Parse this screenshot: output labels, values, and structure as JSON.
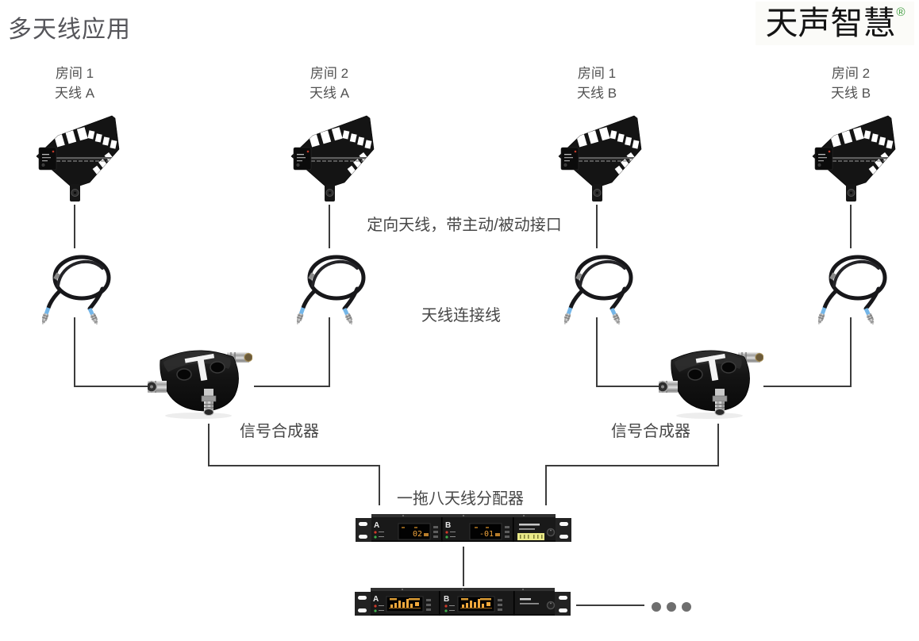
{
  "header": {
    "title": "多天线应用",
    "brand": "天声智慧",
    "registered": "®"
  },
  "columns": [
    {
      "room": "房间 1",
      "antenna": "天线 A"
    },
    {
      "room": "房间 2",
      "antenna": "天线 A"
    },
    {
      "room": "房间 1",
      "antenna": "天线 B"
    },
    {
      "room": "房间 2",
      "antenna": "天线 B"
    }
  ],
  "annotations": {
    "antenna_note": "定向天线，带主动/被动接口",
    "cable_label": "天线连接线",
    "combiner_left": "信号合成器",
    "combiner_right": "信号合成器",
    "distributor_label": "一拖八天线分配器"
  },
  "rack1": {
    "channel_a": "A",
    "channel_b": "B",
    "display_a": "02",
    "display_b": "-01"
  },
  "rack2": {
    "channel_a": "A",
    "channel_b": "B"
  },
  "icons": {
    "antenna": "directional-paddle-antenna",
    "cable": "coaxial-cable-coil",
    "combiner": "signal-combiner",
    "rack1": "antenna-distributor-1u",
    "rack2": "receiver-1u",
    "ellipsis": "more-units-dots"
  },
  "colors": {
    "line": "#3c3c3c",
    "text": "#474747",
    "accent_green": "#3f9d3f",
    "amber_display": "#f0a43c",
    "cable_blue": "#74b6e8",
    "label_yellow": "#e9e988"
  }
}
